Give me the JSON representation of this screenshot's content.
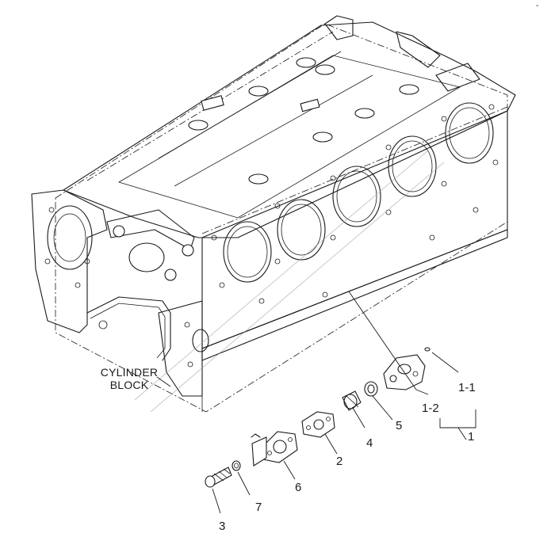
{
  "diagram": {
    "block_label": {
      "line1": "CYLINDER",
      "line2": "BLOCK"
    },
    "callouts": [
      {
        "id": "1",
        "text": "1"
      },
      {
        "id": "1-1",
        "text": "1-1"
      },
      {
        "id": "1-2",
        "text": "1-2"
      },
      {
        "id": "2",
        "text": "2"
      },
      {
        "id": "3",
        "text": "3"
      },
      {
        "id": "4",
        "text": "4"
      },
      {
        "id": "5",
        "text": "5"
      },
      {
        "id": "6",
        "text": "6"
      },
      {
        "id": "7",
        "text": "7"
      }
    ],
    "corner_mark": "-"
  }
}
